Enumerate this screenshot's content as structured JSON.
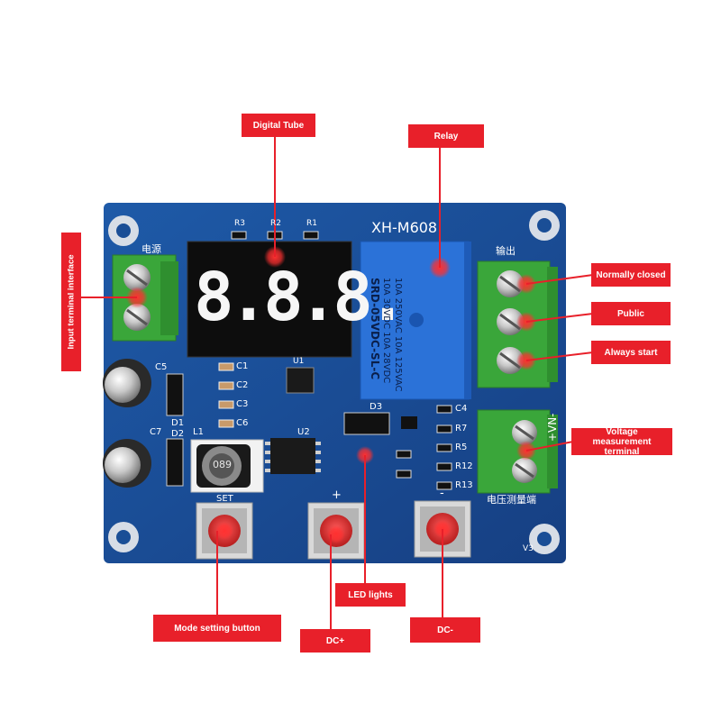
{
  "board": {
    "model": "XH-M608",
    "relay_text": [
      "10A 250VAC  10A 125VAC",
      "10A 30VDC  10A 28VDC",
      "SRD-05VDC-SL-C"
    ],
    "silk": {
      "r3": "R3",
      "r2": "R2",
      "r1": "R1",
      "c1": "C1",
      "c2": "C2",
      "c3": "C3",
      "c6": "C6",
      "c4": "C4",
      "r7": "R7",
      "r5": "R5",
      "r12": "R12",
      "r13": "R13",
      "c5": "C5",
      "c7": "C7",
      "d1": "D1",
      "d2": "D2",
      "d3": "D3",
      "l1": "L1",
      "u1": "U1",
      "u2": "U2",
      "set": "SET",
      "plus": "+",
      "minus": "-",
      "power_cn": "电源",
      "output_cn": "输出",
      "measure_cn": "电压测量端",
      "vin": "+VN-",
      "inductor": "089",
      "v3": "V3"
    },
    "display_digits": "8.8.8."
  },
  "callouts": {
    "digital_tube": "Digital Tube",
    "relay": "Relay",
    "input_terminal": "Input terminal interface",
    "normally_closed": "Normally closed",
    "public": "Public",
    "always_start": "Always start",
    "voltage_terminal": "Voltage measurement terminal",
    "led_lights": "LED lights",
    "mode_button": "Mode setting button",
    "dc_plus": "DC+",
    "dc_minus": "DC-"
  },
  "colors": {
    "pcb": "#1a4e96",
    "callout": "#e8202a",
    "terminal": "#3aa63a",
    "relay": "#2b72d8"
  }
}
